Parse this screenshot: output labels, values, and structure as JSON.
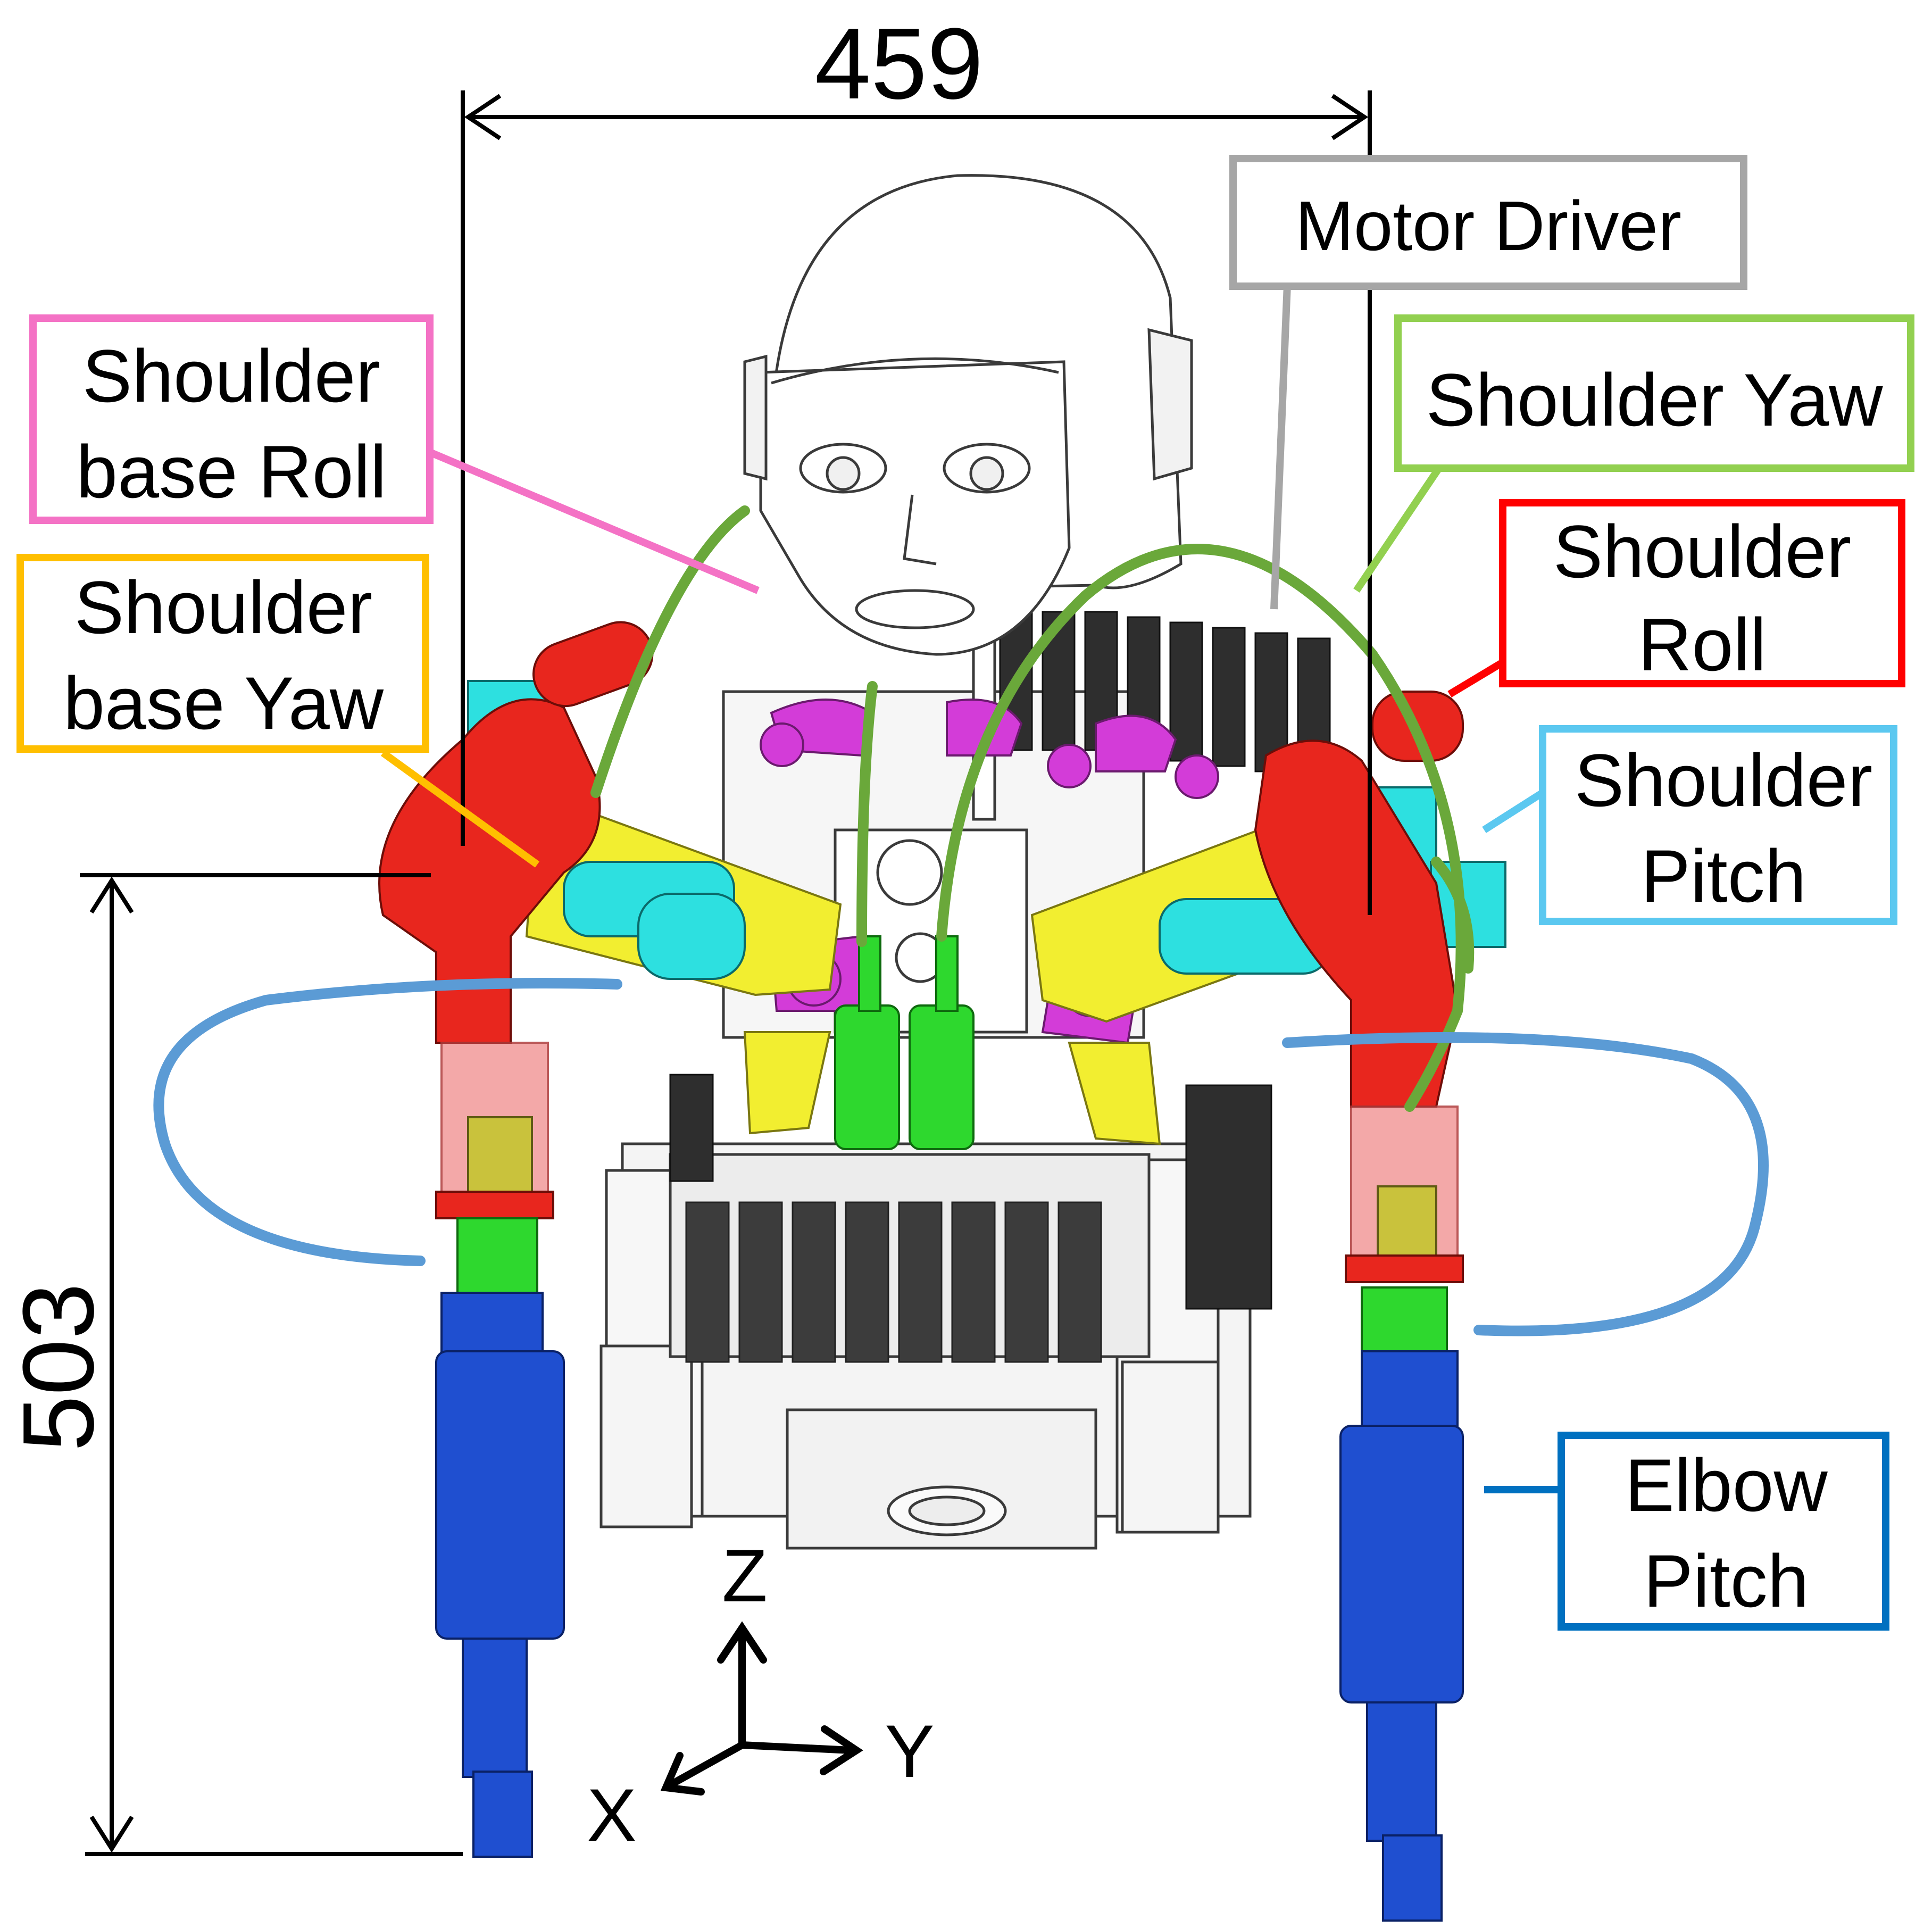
{
  "dimensions": {
    "width_value": "459",
    "height_value": "503"
  },
  "labels": {
    "motor_driver": [
      "Motor Driver"
    ],
    "shoulder_base_roll": [
      "Shoulder",
      "base Roll"
    ],
    "shoulder_base_yaw": [
      "Shoulder",
      "base Yaw"
    ],
    "shoulder_yaw": [
      "Shoulder Yaw"
    ],
    "shoulder_roll": [
      "Shoulder",
      "Roll"
    ],
    "shoulder_pitch": [
      "Shoulder",
      "Pitch"
    ],
    "elbow_pitch": [
      "Elbow",
      "Pitch"
    ]
  },
  "axes": {
    "z": "Z",
    "y": "Y",
    "x": "X"
  },
  "colors": {
    "motor_driver": "#a6a6a6",
    "shoulder_base_roll": "#f472c5",
    "shoulder_base_yaw": "#ffbf00",
    "shoulder_yaw": "#92d050",
    "shoulder_roll": "#ff0000",
    "shoulder_pitch": "#5bc8f0",
    "elbow_pitch": "#0070c0",
    "part_red": "#e8261e",
    "part_cyan": "#2de0e0",
    "part_yellow": "#f2ee30",
    "part_magenta": "#d33cd8",
    "part_green": "#2ed82e",
    "part_blue": "#1f4fd0",
    "cable_green": "#6aa83a",
    "cable_blue": "#5b9bd5"
  }
}
